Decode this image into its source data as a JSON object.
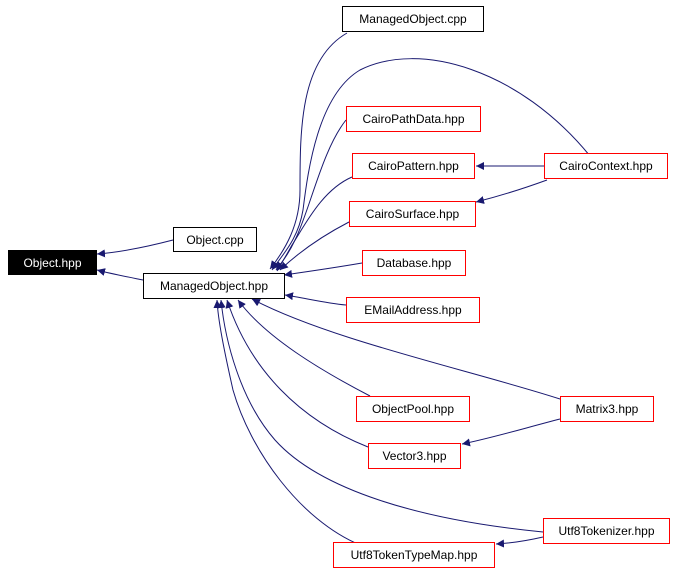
{
  "graph": {
    "nodes": {
      "object_hpp": "Object.hpp",
      "object_cpp": "Object.cpp",
      "managedobject_hpp": "ManagedObject.hpp",
      "managedobject_cpp": "ManagedObject.cpp",
      "cairopathdata_hpp": "CairoPathData.hpp",
      "cairopattern_hpp": "CairoPattern.hpp",
      "cairosurface_hpp": "CairoSurface.hpp",
      "cairocontext_hpp": "CairoContext.hpp",
      "database_hpp": "Database.hpp",
      "emailaddress_hpp": "EMailAddress.hpp",
      "objectpool_hpp": "ObjectPool.hpp",
      "matrix3_hpp": "Matrix3.hpp",
      "vector3_hpp": "Vector3.hpp",
      "utf8tokenizer_hpp": "Utf8Tokenizer.hpp",
      "utf8tokentypemap_hpp": "Utf8TokenTypeMap.hpp"
    },
    "colors": {
      "edge": "#191970",
      "documented_border": "#ff0000",
      "file_border": "#000000",
      "current_fill": "#000000",
      "current_text": "#ffffff"
    }
  }
}
